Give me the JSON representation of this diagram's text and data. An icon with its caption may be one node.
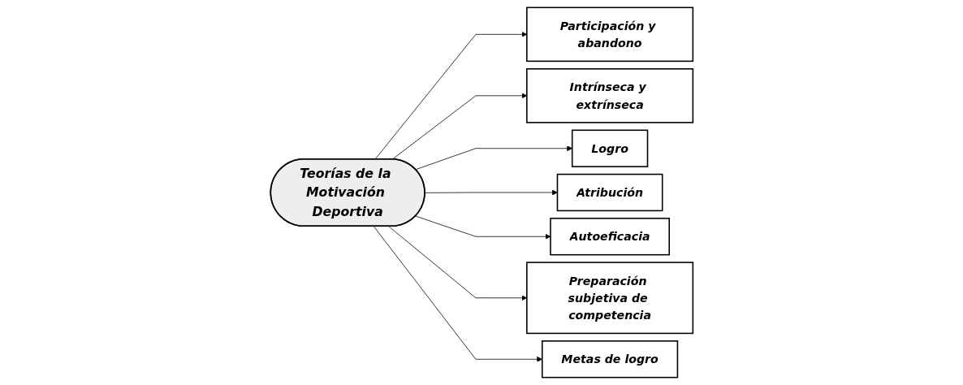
{
  "diagram": {
    "nodes": [
      {
        "text": [
          "Teorías de la Motivación Deportiva"
        ]
      },
      {
        "text": [
          "Participación y abandono"
        ]
      },
      {
        "text": [
          "Intrínseca y extrínseca"
        ]
      },
      {
        "text": [
          "Logro"
        ]
      },
      {
        "text": [
          "Atribución"
        ]
      },
      {
        "text": [
          "Autoeficacia"
        ]
      },
      {
        "text": [
          "Preparación subjetiva de competencia"
        ]
      },
      {
        "text": [
          "Metas de logro"
        ]
      }
    ],
    "edges": [
      {
        "from": 0,
        "to": 1,
        "arrow": "to"
      },
      {
        "from": 0,
        "to": 2,
        "arrow": "to"
      },
      {
        "from": 0,
        "to": 3,
        "arrow": "to"
      },
      {
        "from": 0,
        "to": 4,
        "arrow": "to"
      },
      {
        "from": 0,
        "to": 5,
        "arrow": "to"
      },
      {
        "from": 0,
        "to": 6,
        "arrow": "to"
      },
      {
        "from": 0,
        "to": 7,
        "arrow": "to"
      }
    ]
  }
}
